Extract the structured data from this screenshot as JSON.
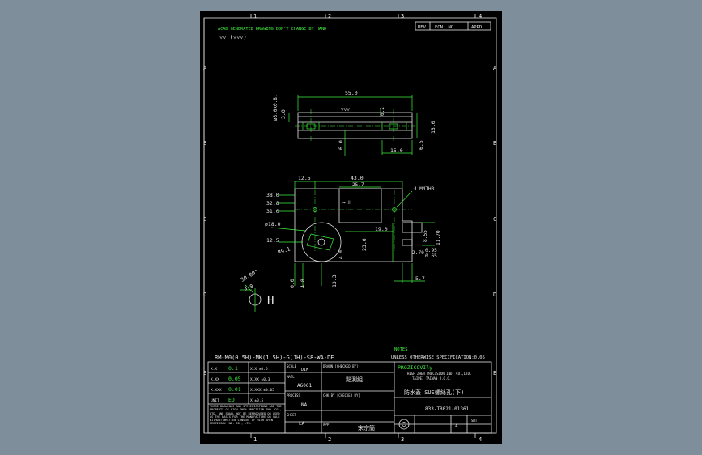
{
  "header": {
    "notice": "ACAD GENERATED DRAWING DON'T CHANGE BY HAND",
    "surface": "▽▽ (▽▽▽)",
    "rev_cols": [
      "REV",
      "ECN. NO",
      "APPD"
    ]
  },
  "zones": {
    "cols": [
      "1",
      "2",
      "3",
      "4"
    ],
    "rows": [
      "A",
      "B",
      "C",
      "D",
      "E"
    ]
  },
  "top_view": {
    "width": "55.0",
    "chamfer": "3.0",
    "diag": "ø3.0x0.8↓",
    "groove": "0.2",
    "right_h": "13.0",
    "bottom_left": "6.0",
    "bottom_right": "15.0",
    "right_low": "6.5",
    "finish": "▽▽▽"
  },
  "front_view": {
    "top_left": "12.5",
    "top_width": "43.0",
    "slot_width": "25.7",
    "thread": "4-M4THR",
    "slot_mark": "→ H",
    "h38": "38.0",
    "h32": "32.8",
    "h31": "31.0",
    "bore": "ø18.0",
    "h125": "12.5",
    "r": "R9.1",
    "mid": "19.0",
    "h23": "23.0",
    "h4": "4.0",
    "b0": "0.0",
    "b48": "4.8",
    "b133": "13.3",
    "r855": "8.55",
    "r1170": "11.70",
    "r270": "2.70",
    "r095": "0.95",
    "r065": "0.65",
    "r57": "5.7"
  },
  "detail": {
    "angle": "30.00°",
    "d3": "3.0",
    "label": "H"
  },
  "notes": {
    "title": "NOTES",
    "line": "UNLESS OTHERWISE SPECIFICATION:0.05"
  },
  "title_block": {
    "part_code": "RM-M0(0.5H)-MK(1.5H)-G(JH)-S8-WA-DE",
    "tol": [
      {
        "label": "X.X",
        "value": "0.1"
      },
      {
        "label": "X.XX",
        "value": "0.05"
      },
      {
        "label": "X.XXX",
        "value": "0.01"
      },
      {
        "label": "UNIT",
        "value": "ED"
      }
    ],
    "tol_right": [
      "X.X ±0.5",
      "X.XX ±0.3",
      "X.XXX ±0.05",
      "X ±0.5"
    ],
    "scale_lbl": "SCALE",
    "scale_val": "DIM",
    "mat_lbl": "MATL",
    "mat_val": "A6061",
    "proc_lbl": "PROCESS",
    "proc_val": "NA",
    "sheet_lbl": "SHEET",
    "sheet_val": "LA",
    "drawn_lbl": "DRAWN [CHECKED BY]",
    "drawn_val": "點測組",
    "chk_lbl": "CHK BY [CHECKED BY]",
    "app_lbl": "APP",
    "app_val": "宋宗簡",
    "company_logo": "PROZICOVIly",
    "company_name": "HIGH ZHEN PRECISION IND. CO.,LTD.",
    "company_addr": "TAIPEI TAIWAN R.O.C.",
    "desc": "防水蓋 SUS螺絲孔(下)",
    "dwg_no": "833-TB021-01361",
    "size": "A",
    "rev": "SHT",
    "disclaimer": "THESE DRAWINGS AND SPECIFICATIONS ARE THE PROPERTY OF HIGH ZHEN PRECISION IND. CO., LTD. AND SHALL NOT BE REPRODUCED OR USED AS THE BASIS FOR THE MANUFACTURE OR SALE WITHOUT WRITTEN CONSENT OF HIGH ZHEN PRECISION IND. CO., LTD."
  }
}
